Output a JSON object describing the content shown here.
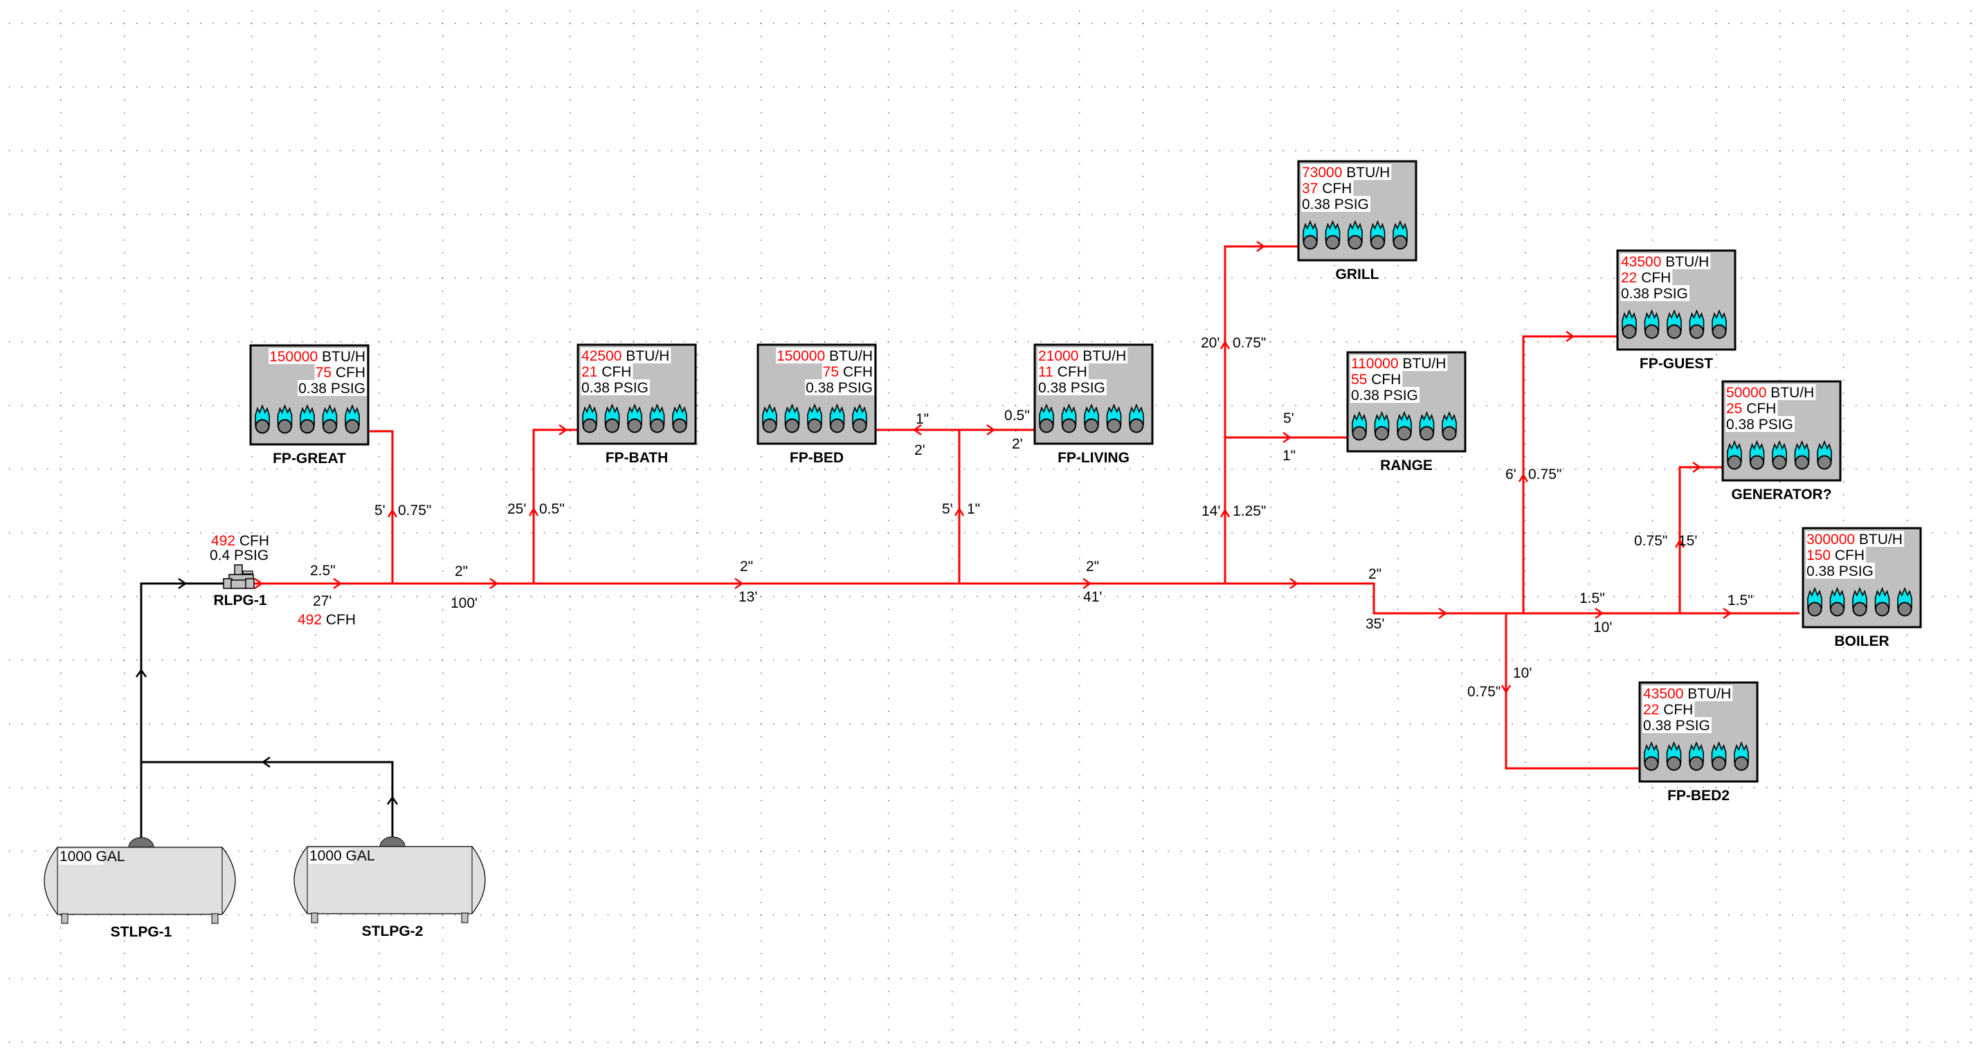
{
  "colors": {
    "pipe_high": "#ff0000",
    "pipe_supply": "#000000",
    "value": "#ff0000",
    "appliance_fill": "#c0c0c0",
    "flame": "#00e5ee",
    "burner": "#808080",
    "tank_fill": "#e0e0e0"
  },
  "tanks": [
    {
      "id": "STLPG-1",
      "capacity": "1000 GAL"
    },
    {
      "id": "STLPG-2",
      "capacity": "1000 GAL"
    }
  ],
  "regulator": {
    "id": "RLPG-1",
    "flow_value": "492",
    "flow_unit": "CFH",
    "pressure": "0.4 PSIG",
    "outlet_flow_value": "492",
    "outlet_flow_unit": "CFH"
  },
  "appliances": [
    {
      "id": "FP-GREAT",
      "btu": "150000",
      "cfh": "75",
      "psig": "0.38 PSIG",
      "align": "right"
    },
    {
      "id": "FP-BATH",
      "btu": "42500",
      "cfh": "21",
      "psig": "0.38 PSIG",
      "align": "left"
    },
    {
      "id": "FP-BED",
      "btu": "150000",
      "cfh": "75",
      "psig": "0.38 PSIG",
      "align": "right"
    },
    {
      "id": "FP-LIVING",
      "btu": "21000",
      "cfh": "11",
      "psig": "0.38 PSIG",
      "align": "left"
    },
    {
      "id": "GRILL",
      "btu": "73000",
      "cfh": "37",
      "psig": "0.38 PSIG",
      "align": "left"
    },
    {
      "id": "RANGE",
      "btu": "110000",
      "cfh": "55",
      "psig": "0.38 PSIG",
      "align": "left"
    },
    {
      "id": "FP-GUEST",
      "btu": "43500",
      "cfh": "22",
      "psig": "0.38 PSIG",
      "align": "left"
    },
    {
      "id": "GENERATOR?",
      "btu": "50000",
      "cfh": "25",
      "psig": "0.38 PSIG",
      "align": "left"
    },
    {
      "id": "BOILER",
      "btu": "300000",
      "cfh": "150",
      "psig": "0.38 PSIG",
      "align": "left"
    },
    {
      "id": "FP-BED2",
      "btu": "43500",
      "cfh": "22",
      "psig": "0.38 PSIG",
      "align": "left"
    }
  ],
  "units": {
    "btu": "BTU/H",
    "cfh": "CFH"
  },
  "pipe_labels": [
    {
      "name": "reg-out-size",
      "text": "2.5\""
    },
    {
      "name": "reg-out-length",
      "text": "27'"
    },
    {
      "name": "fp-great-length",
      "text": "5'"
    },
    {
      "name": "fp-great-size",
      "text": "0.75\""
    },
    {
      "name": "main-2-size",
      "text": "2\""
    },
    {
      "name": "main-2-length",
      "text": "100'"
    },
    {
      "name": "fp-bath-length",
      "text": "25'"
    },
    {
      "name": "fp-bath-size",
      "text": "0.5\""
    },
    {
      "name": "main-3-size",
      "text": "2\""
    },
    {
      "name": "main-3-length",
      "text": "13'"
    },
    {
      "name": "bed-branch-size",
      "text": "1\""
    },
    {
      "name": "bed-branch-length",
      "text": "2'"
    },
    {
      "name": "living-branch-size",
      "text": "0.5\""
    },
    {
      "name": "living-branch-length",
      "text": "2'"
    },
    {
      "name": "riser-length",
      "text": "5'"
    },
    {
      "name": "riser-size",
      "text": "1\""
    },
    {
      "name": "main-4-size",
      "text": "2\""
    },
    {
      "name": "main-4-length",
      "text": "41'"
    },
    {
      "name": "grill-length",
      "text": "20'"
    },
    {
      "name": "grill-size",
      "text": "0.75\""
    },
    {
      "name": "range-length",
      "text": "5'"
    },
    {
      "name": "range-size",
      "text": "1\""
    },
    {
      "name": "kitchen-riser-length",
      "text": "14'"
    },
    {
      "name": "kitchen-riser-size",
      "text": "1.25\""
    },
    {
      "name": "main-5-size",
      "text": "2\""
    },
    {
      "name": "main-5-length",
      "text": "35'"
    },
    {
      "name": "guest-length",
      "text": "6'"
    },
    {
      "name": "guest-size",
      "text": "0.75\""
    },
    {
      "name": "main-6-size",
      "text": "1.5\""
    },
    {
      "name": "main-6-length",
      "text": "10'"
    },
    {
      "name": "generator-size",
      "text": "0.75\""
    },
    {
      "name": "generator-length",
      "text": "15'"
    },
    {
      "name": "boiler-size",
      "text": "1.5\""
    },
    {
      "name": "bed2-length",
      "text": "10'"
    },
    {
      "name": "bed2-size",
      "text": "0.75\""
    }
  ]
}
